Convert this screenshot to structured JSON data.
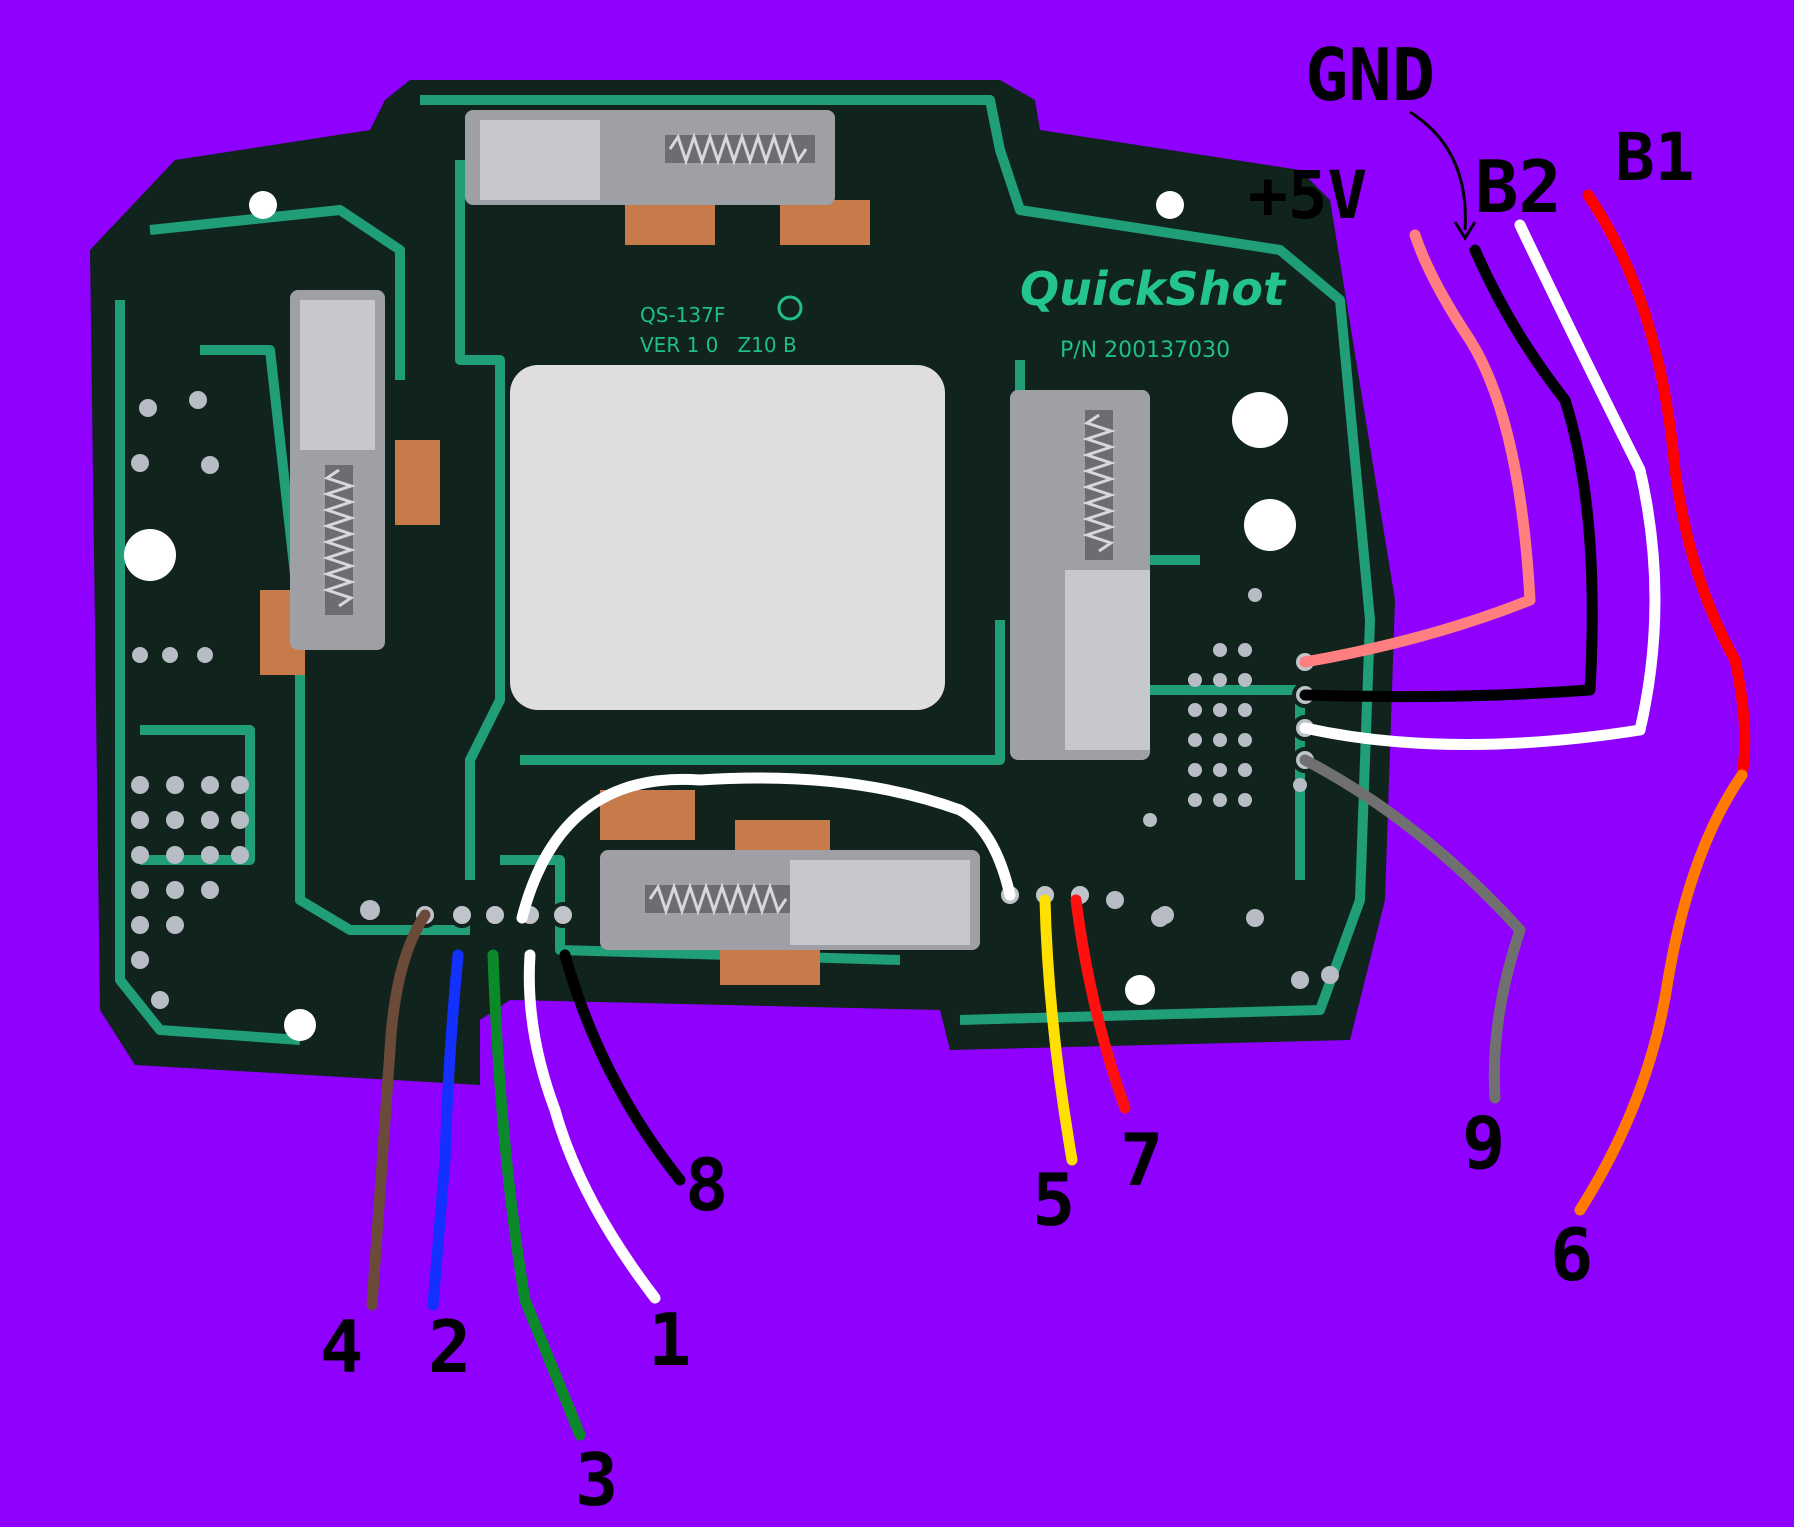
{
  "board": {
    "model": "QS-137F",
    "version": "VER 1 0   Z10 B",
    "brand": "QuickShot",
    "part_number": "P/N 200137030"
  },
  "labels": {
    "gnd": "GND",
    "plus5v": "+5V",
    "b2": "B2",
    "b1": "B1",
    "pin1": "1",
    "pin2": "2",
    "pin3": "3",
    "pin4": "4",
    "pin5": "5",
    "pin6": "6",
    "pin7": "7",
    "pin8": "8",
    "pin9": "9"
  },
  "colors": {
    "background": "#8f00ff",
    "pcb": "#10231c",
    "trace": "#1f9e78",
    "pin1": "#ffffff",
    "pin2": "#1330ff",
    "pin3": "#0c8a2a",
    "pin4": "#6b4a3a",
    "pin5": "#ffe000",
    "pin6": "#ff7a00",
    "pin7": "#ff1010",
    "pin8": "#000000",
    "pin9": "#707070",
    "plus5v": "#ff7f80",
    "gnd": "#000000",
    "b2": "#ffffff",
    "b1": "#ff0000"
  }
}
